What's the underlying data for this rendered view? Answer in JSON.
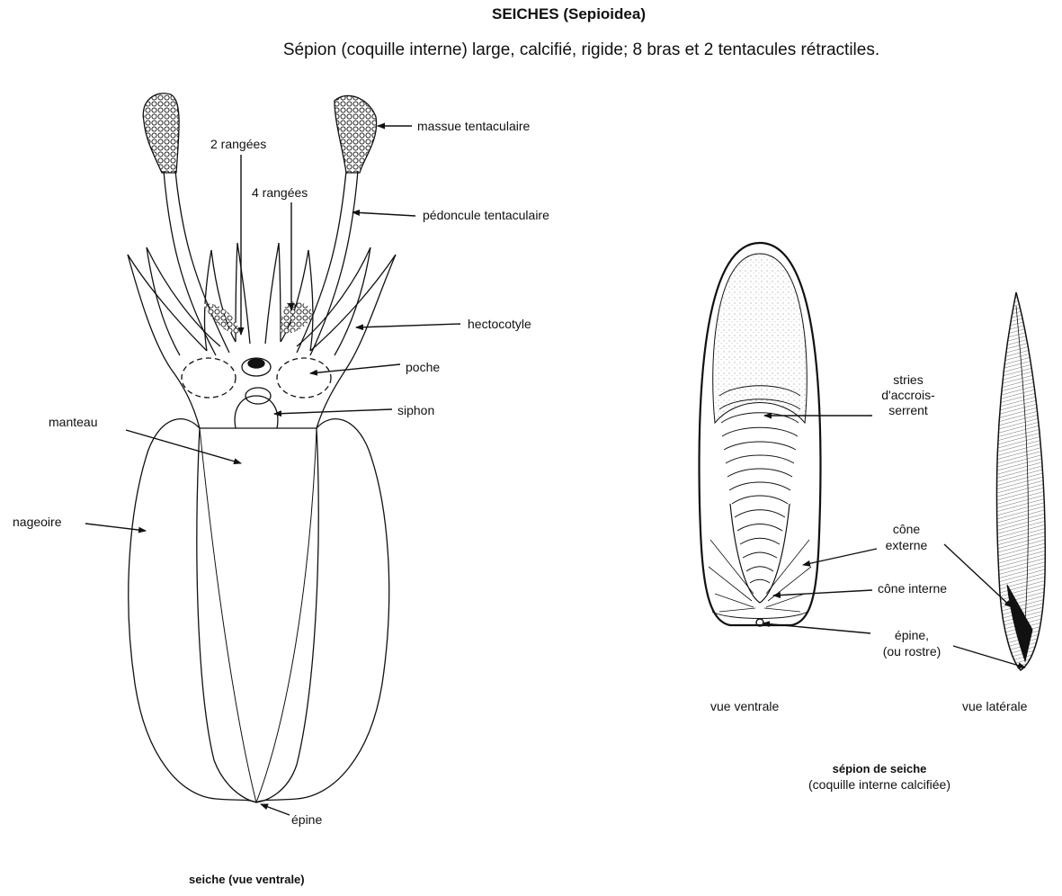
{
  "title": "SEICHES (Sepioidea)",
  "subtitle": "Sépion (coquille interne) large, calcifié, rigide; 8 bras et 2 tentacules rétractiles.",
  "cuttlefish": {
    "labels": {
      "massue": "massue tentaculaire",
      "rangees2": "2 rangées",
      "rangees4": "4 rangées",
      "pedoncule": "pédoncule tentaculaire",
      "hectocotyle": "hectocotyle",
      "poche": "poche",
      "siphon": "siphon",
      "manteau": "manteau",
      "nageoire": "nageoire",
      "epine": "épine"
    },
    "caption": "seiche (vue ventrale)"
  },
  "sepion": {
    "labels": {
      "stries_1": "stries",
      "stries_2": "d'accrois-",
      "stries_3": "serrent",
      "cone_externe_1": "cône",
      "cone_externe_2": "externe",
      "cone_interne": "cône interne",
      "epine_1": "épine,",
      "epine_2": "(ou rostre)"
    },
    "view_ventral": "vue ventrale",
    "view_lateral": "vue latérale",
    "caption_1": "sépion de seiche",
    "caption_2": "(coquille interne calcifiée)"
  }
}
